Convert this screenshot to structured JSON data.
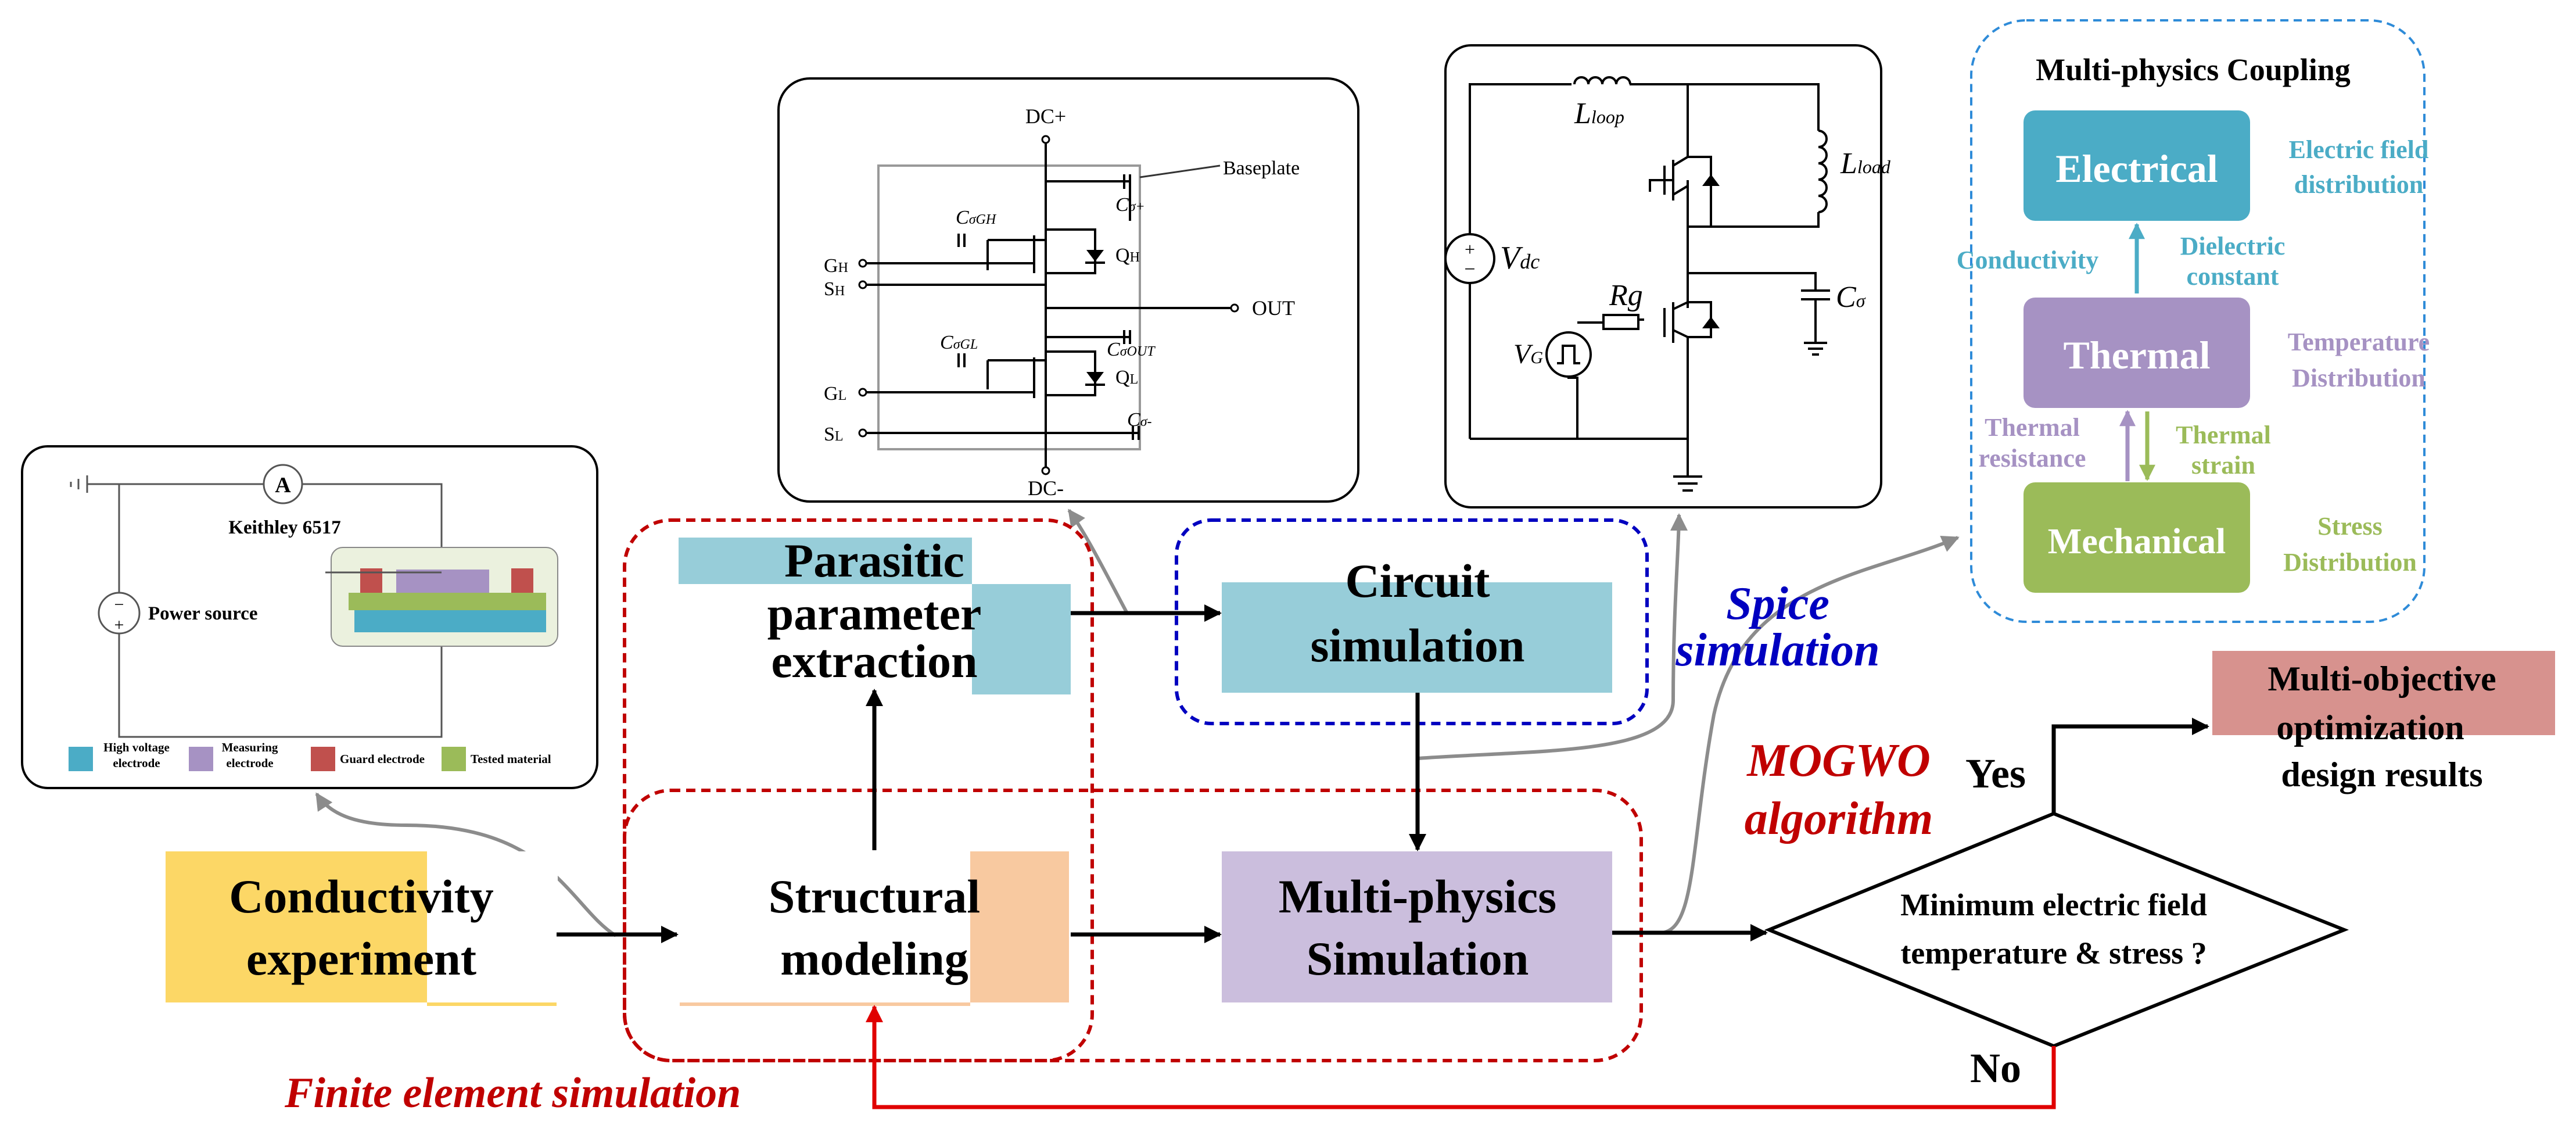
{
  "labels": {
    "conductivity_experiment": [
      "Conductivity",
      "experiment"
    ],
    "structural_modeling": [
      "Structural",
      "modeling"
    ],
    "parasitic_extraction": [
      "Parasitic",
      "parameter",
      "extraction"
    ],
    "circuit_simulation": [
      "Circuit",
      "simulation"
    ],
    "multiphysics_simulation": [
      "Multi-physics",
      "Simulation"
    ],
    "spice_simulation": [
      "Spice",
      "simulation"
    ],
    "finite_element_simulation": "Finite element simulation",
    "mogwo_algorithm": [
      "MOGWO",
      "algorithm"
    ],
    "decision": [
      "Minimum electric field",
      "temperature & stress ?"
    ],
    "yes": "Yes",
    "no": "No",
    "results": [
      "Multi-objective",
      "optimization",
      "design results"
    ]
  },
  "conductivity_panel": {
    "ammeter": "A",
    "instrument": "Keithley 6517",
    "power_source": "Power source",
    "legend": {
      "high_voltage": [
        "High voltage",
        "electrode"
      ],
      "measuring": [
        "Measuring",
        "electrode"
      ],
      "guard": "Guard electrode",
      "tested": "Tested material"
    }
  },
  "module_panel": {
    "dc_plus": "DC+",
    "dc_minus": "DC-",
    "baseplate": "Baseplate",
    "out": "OUT",
    "gh": "G",
    "gh_sub": "H",
    "sh": "S",
    "sh_sub": "H",
    "gl": "G",
    "gl_sub": "L",
    "sl": "S",
    "sl_sub": "L",
    "qh": "Q",
    "qh_sub": "H",
    "ql": "Q",
    "ql_sub": "L",
    "c_sigma_gh": "C",
    "c_sigma_gh_sub": "σGH",
    "c_sigma_plus": "C",
    "c_sigma_plus_sub": "σ+",
    "c_sigma_gl": "C",
    "c_sigma_gl_sub": "σGL",
    "c_sigma_out": "C",
    "c_sigma_out_sub": "σOUT",
    "c_sigma_minus": "C",
    "c_sigma_minus_sub": "σ-"
  },
  "circuit_panel": {
    "l_loop": "L",
    "l_loop_sub": "loop",
    "l_load": "L",
    "l_load_sub": "load",
    "vdc": "V",
    "vdc_sub": "dc",
    "rg": "Rg",
    "vg": "V",
    "vg_sub": "G",
    "c_sigma": "C",
    "c_sigma_sub": "σ"
  },
  "coupling_panel": {
    "title": "Multi-physics Coupling",
    "electrical": "Electrical",
    "thermal": "Thermal",
    "mechanical": "Mechanical",
    "electric_field": [
      "Electric field",
      "distribution"
    ],
    "conductivity": "Conductivity",
    "dielectric": [
      "Dielectric",
      "constant"
    ],
    "temperature": [
      "Temperature",
      "Distribution"
    ],
    "thermal_resistance": [
      "Thermal",
      "resistance"
    ],
    "thermal_strain": [
      "Thermal",
      "strain"
    ],
    "stress": [
      "Stress",
      "Distribution"
    ]
  },
  "colors": {
    "conductivity_box": "#fcd766",
    "structural_box": "#f8c9a0",
    "parasitic_box": "#97cdd9",
    "circuit_box": "#97cdd9",
    "multiphysics_box": "#cbbedd",
    "results_box": "#d7928e",
    "fem_red": "#c00000",
    "spice_blue": "#0000c0",
    "electrical": "#4bacc6",
    "thermal": "#a692c3",
    "mechanical": "#9bbb59",
    "coupling_border": "#2e8bd8",
    "legend_blue": "#4bacc6",
    "legend_purple": "#a692c3",
    "legend_red": "#c0504d",
    "legend_green": "#9bbb59",
    "feedback_red": "#e00000",
    "gray_arrow": "#8c8c8c"
  }
}
